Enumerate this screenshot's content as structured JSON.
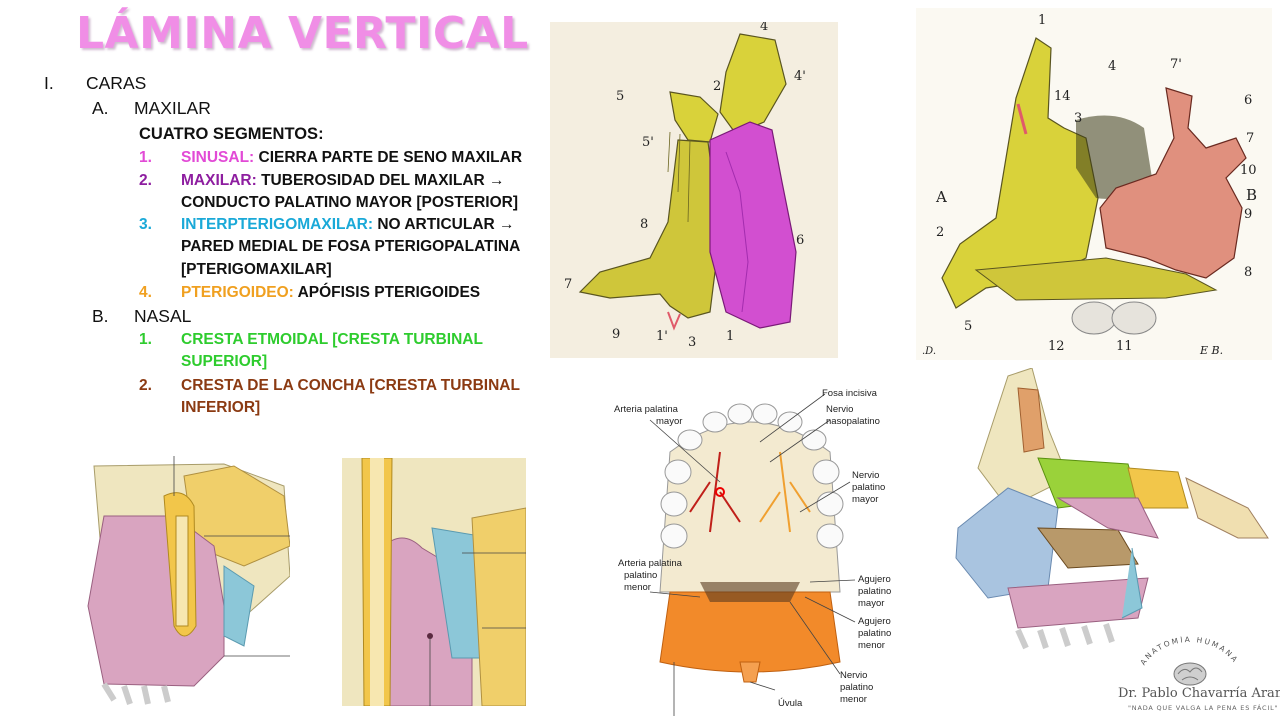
{
  "title": "LÁMINA VERTICAL",
  "outline": {
    "sec_i_num": "I.",
    "sec_i": "CARAS",
    "a_num": "A.",
    "a": "MAXILAR",
    "cuatro": "CUATRO SEGMENTOS:",
    "items_a": [
      {
        "num": "1.",
        "label": "SINUSAL:",
        "text": "CIERRA PARTE DE SENO MAXILAR",
        "color": "#e24ad6"
      },
      {
        "num": "2.",
        "label": "MAXILAR:",
        "text": "TUBEROSIDAD DEL MAXILAR →",
        "cont": "CONDUCTO PALATINO MAYOR [POSTERIOR]",
        "color": "#8e1ea0"
      },
      {
        "num": "3.",
        "label": "INTERPTERIGOMAXILAR:",
        "text": "NO ARTICULAR →",
        "cont": "PARED MEDIAL DE FOSA PTERIGOPALATINA",
        "cont2": "[PTERIGOMAXILAR]",
        "color": "#1aa9d8"
      },
      {
        "num": "4.",
        "label": "PTERIGOIDEO:",
        "text": "APÓFISIS PTERIGOIDES",
        "color": "#f0a020"
      }
    ],
    "b_num": "B.",
    "b": "NASAL",
    "items_b": [
      {
        "num": "1.",
        "text": "CRESTA ETMOIDAL [CRESTA TURBINAL",
        "cont": "SUPERIOR]",
        "color": "#2ecc2e"
      },
      {
        "num": "2.",
        "text": "CRESTA DE LA CONCHA [CRESTA TURBINAL",
        "cont": "INFERIOR]",
        "color": "#8b3a12"
      }
    ]
  },
  "fig_top_center": {
    "labels": [
      "4",
      "4'",
      "5",
      "2",
      "5'",
      "8",
      "6",
      "7",
      "9",
      "1'",
      "3",
      "1"
    ]
  },
  "fig_top_right": {
    "labels": [
      "1",
      "14",
      "3",
      "4",
      "7'",
      "6",
      "7",
      "10",
      "A",
      "B",
      "9",
      "2",
      "8",
      "5",
      "12",
      "11",
      ".D.",
      "E B."
    ]
  },
  "fig_palate": {
    "labels": {
      "fosa_incisiva": "Fosa incisiva",
      "arteria_palatina": "Arteria palatina",
      "mayor": "mayor",
      "nervio": "Nervio",
      "nasopalatino": "nasopalatino",
      "palatino": "palatino",
      "agujero": "Agujero",
      "menor": "menor",
      "uvula": "Úvula"
    }
  },
  "brand": {
    "arc": "ANATOMÍA HUMANA",
    "name": "Dr. Pablo Chavarría Aramayo",
    "quote": "\"NADA QUE VALGA LA PENA ES FÁCIL\""
  },
  "colors": {
    "title": "#f08ee6",
    "bone_yellow": "#d9d23a",
    "pink_region": "#d24fd0",
    "salmon": "#e0907e",
    "atlas_pink": "#d9a4c0",
    "atlas_yellow": "#f0cf6a"
  }
}
